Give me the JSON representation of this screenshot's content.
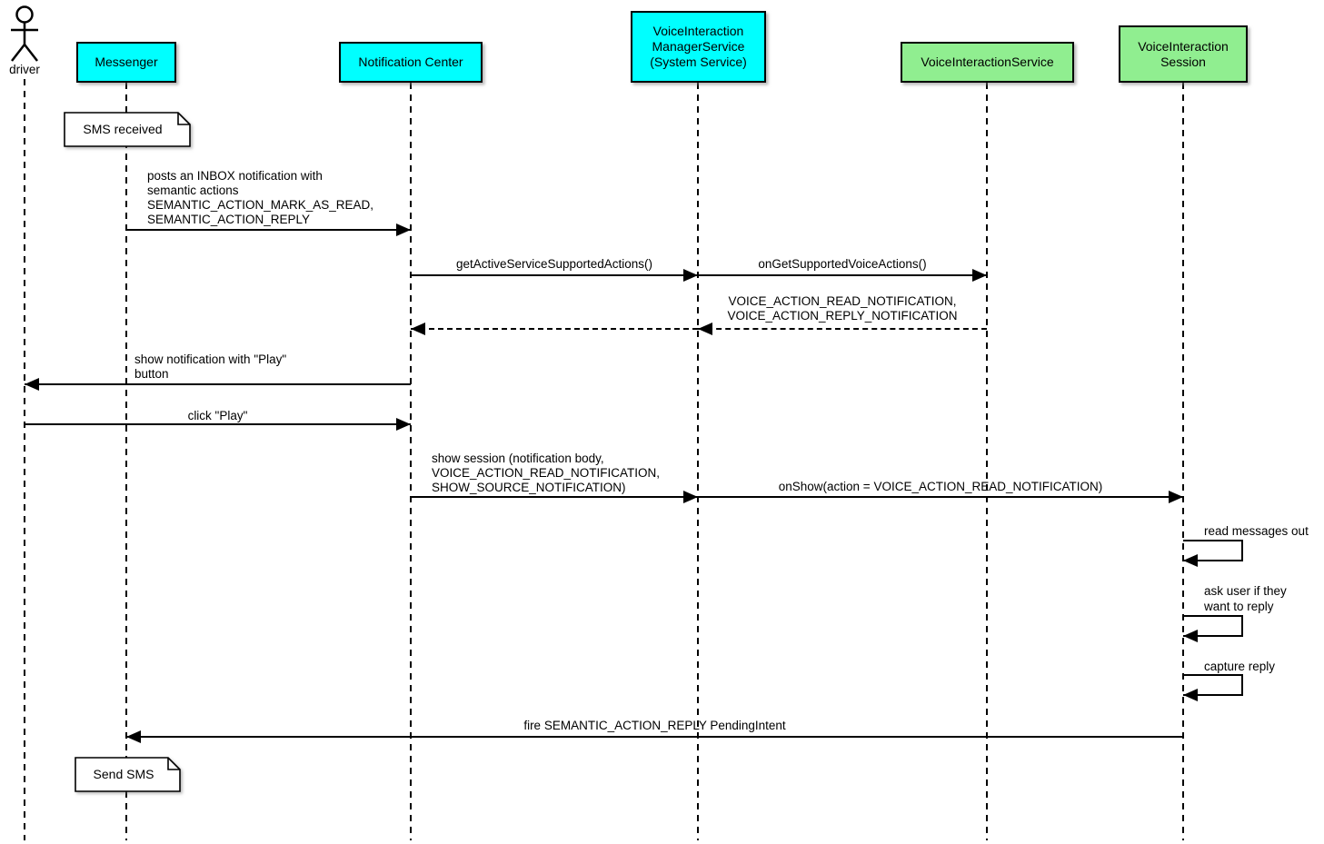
{
  "colors": {
    "participant_cyan": "#00FFFF",
    "participant_green": "#90EE90",
    "line": "#000000",
    "background": "#FFFFFF"
  },
  "actor": {
    "label": "driver"
  },
  "participants": [
    {
      "id": "messenger",
      "label": "Messenger",
      "color": "#00FFFF"
    },
    {
      "id": "notification-center",
      "label": "Notification Center",
      "color": "#00FFFF"
    },
    {
      "id": "voice-interaction-manager-service",
      "label": "VoiceInteraction\nManagerService\n(System Service)",
      "color": "#00FFFF"
    },
    {
      "id": "voice-interaction-service",
      "label": "VoiceInteractionService",
      "color": "#90EE90"
    },
    {
      "id": "voice-interaction-session",
      "label": "VoiceInteraction\nSession",
      "color": "#90EE90"
    }
  ],
  "notes": [
    {
      "text": "SMS received",
      "attached_to": "Messenger"
    },
    {
      "text": "Send SMS",
      "attached_to": "Messenger"
    }
  ],
  "messages": [
    {
      "label": "posts an INBOX notification with\nsemantic actions\nSEMANTIC_ACTION_MARK_AS_READ,\nSEMANTIC_ACTION_REPLY",
      "from": "Messenger",
      "to": "Notification Center",
      "style": "solid"
    },
    {
      "label": "getActiveServiceSupportedActions()",
      "from": "Notification Center",
      "to": "VoiceInteraction ManagerService (System Service)",
      "style": "solid"
    },
    {
      "label": "onGetSupportedVoiceActions()",
      "from": "VoiceInteraction ManagerService (System Service)",
      "to": "VoiceInteractionService",
      "style": "solid"
    },
    {
      "label": "VOICE_ACTION_READ_NOTIFICATION,\nVOICE_ACTION_REPLY_NOTIFICATION",
      "from": "VoiceInteractionService",
      "to": "Notification Center",
      "style": "dashed"
    },
    {
      "label": "show notification with \"Play\"\nbutton",
      "from": "Notification Center",
      "to": "driver",
      "style": "solid"
    },
    {
      "label": "click \"Play\"",
      "from": "driver",
      "to": "Notification Center",
      "style": "solid"
    },
    {
      "label": "show session (notification body,\nVOICE_ACTION_READ_NOTIFICATION,\nSHOW_SOURCE_NOTIFICATION)",
      "from": "Notification Center",
      "to": "VoiceInteraction ManagerService (System Service)",
      "style": "solid"
    },
    {
      "label": "onShow(action = VOICE_ACTION_READ_NOTIFICATION)",
      "from": "VoiceInteraction ManagerService (System Service)",
      "to": "VoiceInteraction Session",
      "style": "solid"
    },
    {
      "label": "read messages out",
      "from": "VoiceInteraction Session",
      "to": "VoiceInteraction Session",
      "style": "self"
    },
    {
      "label": "ask user if they\nwant to reply",
      "from": "VoiceInteraction Session",
      "to": "VoiceInteraction Session",
      "style": "self"
    },
    {
      "label": "capture reply",
      "from": "VoiceInteraction Session",
      "to": "VoiceInteraction Session",
      "style": "self"
    },
    {
      "label": "fire SEMANTIC_ACTION_REPLY PendingIntent",
      "from": "VoiceInteraction Session",
      "to": "Messenger",
      "style": "solid"
    }
  ]
}
